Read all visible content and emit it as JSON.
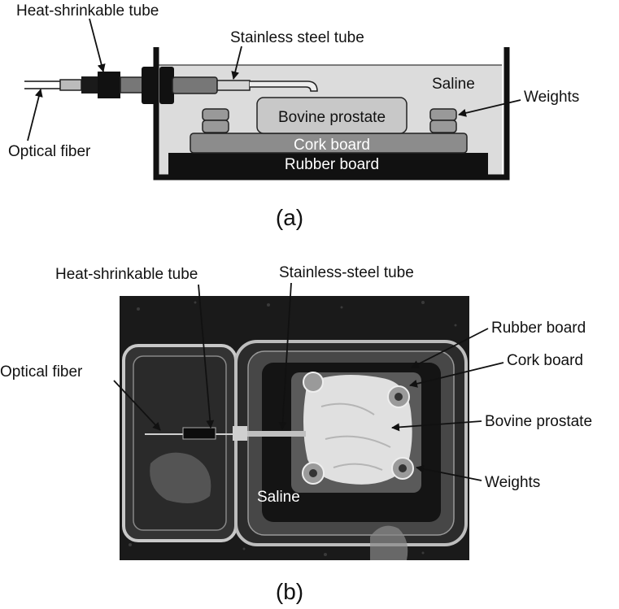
{
  "panel_a": {
    "caption": "(a)",
    "labels": {
      "heat_shrinkable_tube": "Heat-shrinkable tube",
      "stainless_steel_tube": "Stainless steel tube",
      "saline": "Saline",
      "weights": "Weights",
      "bovine_prostate": "Bovine prostate",
      "cork_board": "Cork board",
      "rubber_board": "Rubber board",
      "optical_fiber": "Optical fiber"
    }
  },
  "panel_b": {
    "caption": "(b)",
    "labels": {
      "heat_shrinkable_tube": "Heat-shrinkable tube",
      "stainless_steel_tube": "Stainless-steel tube",
      "rubber_board": "Rubber board",
      "optical_fiber": "Optical fiber",
      "cork_board": "Cork board",
      "bovine_prostate": "Bovine prostate",
      "weights": "Weights",
      "saline": "Saline"
    }
  },
  "colors": {
    "saline": "#dcdcdc",
    "rubber": "#111111",
    "cork": "#8c8c8c",
    "prostate": "#c8c8c8",
    "photo_background": "#1a1a1a",
    "tissue": "#e0e0e0"
  }
}
